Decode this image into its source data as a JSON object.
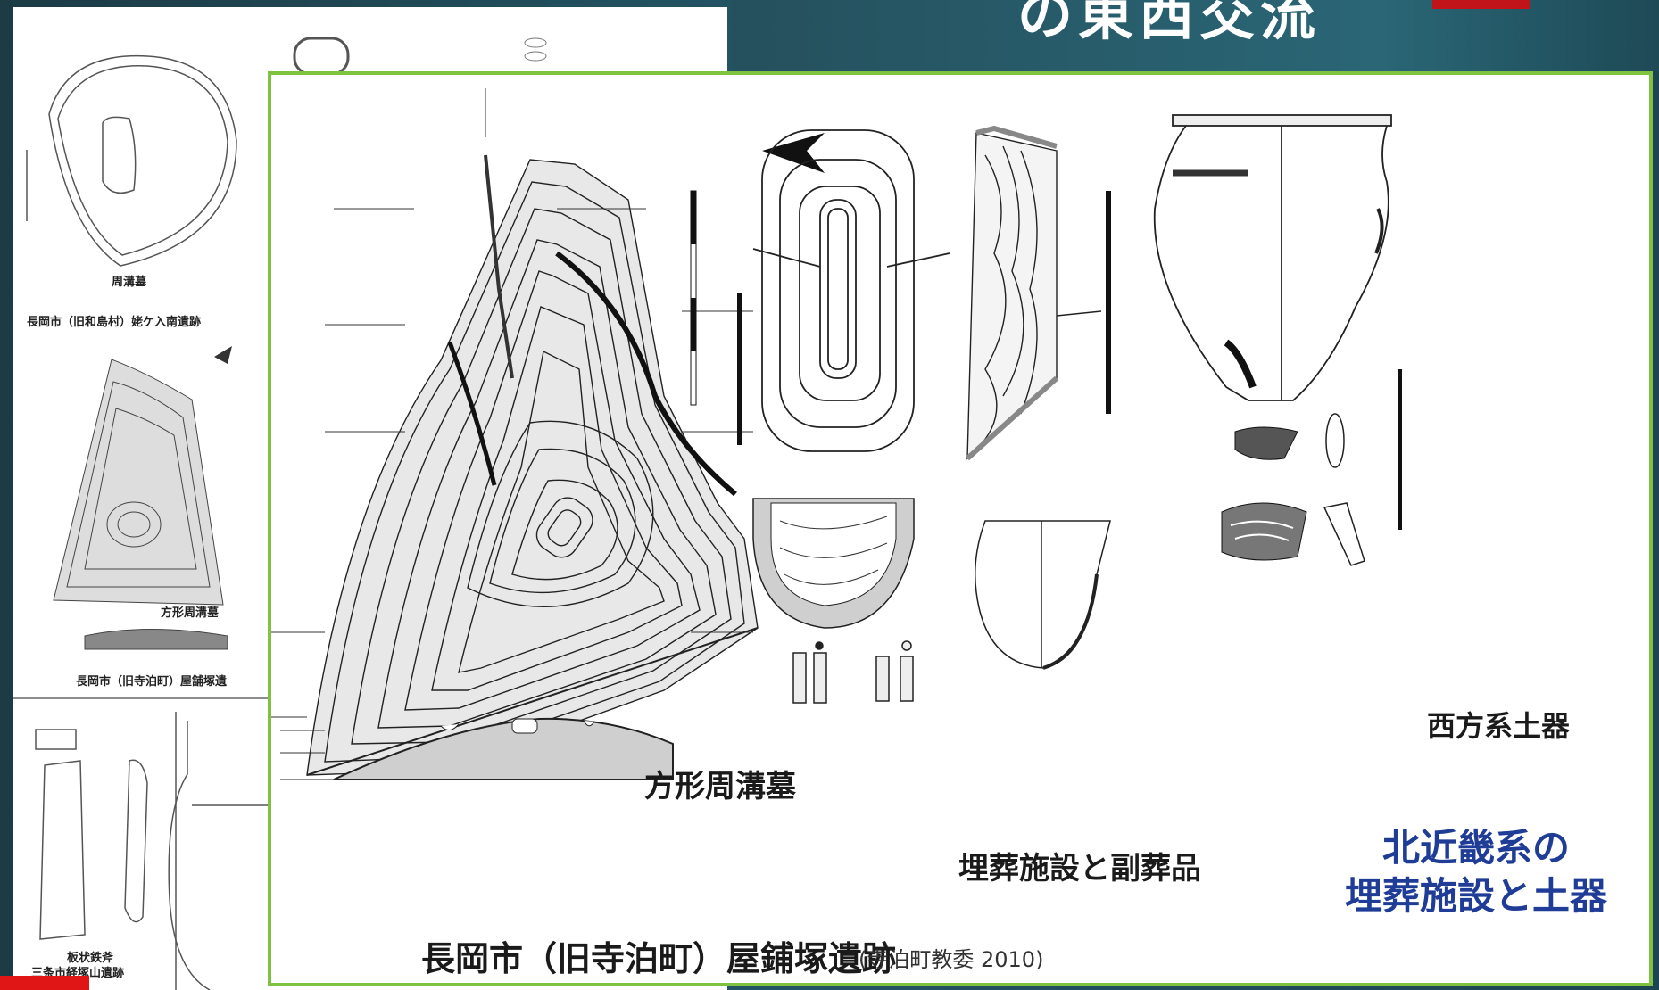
{
  "slide": {
    "title": "の東西交流",
    "colors": {
      "frame": "#7fc241",
      "accent_text": "#1f3c96",
      "red_tab": "#c0141a"
    }
  },
  "background_document": {
    "labels": {
      "moat_grave": "周溝墓",
      "site_upper": "長岡市（旧和島村）姥ケ入南遺跡",
      "square_moat": "方形周溝墓",
      "site_middle": "長岡市（旧寺泊町）屋舗塚遺",
      "stone_axe": "板状鉄斧",
      "site_lower": "三条市経塚山遺跡"
    }
  },
  "main_panel": {
    "label_square_moat_grave": "方形周溝墓",
    "label_burial_and_goods": "埋葬施設と副葬品",
    "label_western_pottery": "西方系土器",
    "label_site_name": "長岡市（旧寺泊町）屋鋪塚遺跡",
    "label_source": "(寺泊町教委 2010)",
    "label_north_kinki_line1": "北近畿系の",
    "label_north_kinki_line2": "埋葬施設と土器"
  }
}
